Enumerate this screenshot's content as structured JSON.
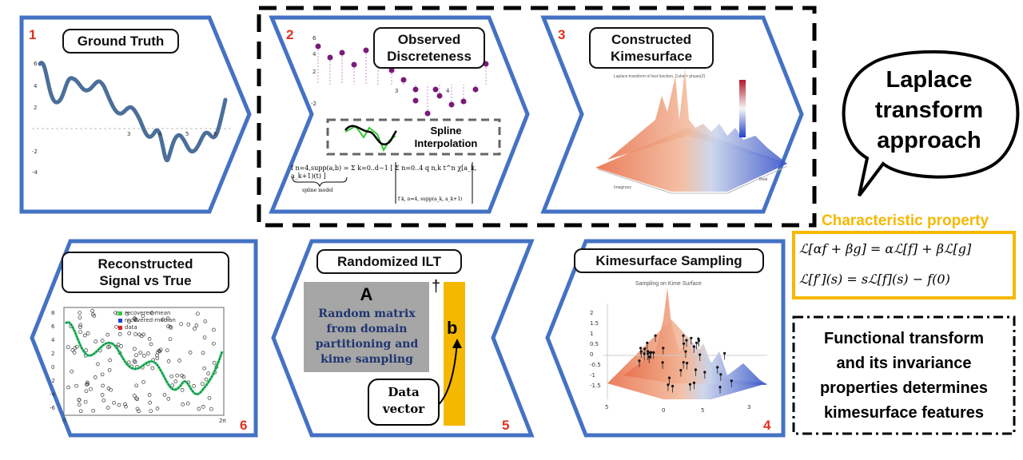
{
  "panels": {
    "p1": {
      "number": "1",
      "title": "Ground Truth",
      "ticks": [
        "6",
        "4",
        "2",
        "3",
        "4",
        "5",
        "6",
        "-2",
        "-4"
      ]
    },
    "p2": {
      "number": "2",
      "title_line1": "Observed",
      "title_line2": "Discreteness",
      "spline_line1": "Spline",
      "spline_line2": "Interpolation",
      "formula": "f n=4,supp(a,b) = Σ k=0..d−1 [ Σ n=0..4 q n,k t^n χ[a_k, a_k+1)(t) ]",
      "formula_under": "spline model",
      "formula_under2": "f k, n=4, supp(a_k, a_k+1)",
      "ticks": [
        "6",
        "4",
        "2",
        "3",
        "4",
        "-2"
      ]
    },
    "p3": {
      "number": "3",
      "title_line1": "Constructed",
      "title_line2": "Kimesurface",
      "plot_title": "Laplace transform of test function, Color = phase(Z)",
      "axis1": "Imaginary",
      "axis2": "Real"
    },
    "p4": {
      "number": "4",
      "title": "Kimesurface Sampling",
      "plot_title": "Sampling on Kime Surface",
      "zticks": [
        "2",
        "1.5",
        "1",
        "0.5",
        "0",
        "-0.5",
        "-1",
        "-1.5"
      ],
      "xticks": [
        "5",
        "0",
        "5",
        "3"
      ]
    },
    "p5": {
      "number": "5",
      "title": "Randomized ILT",
      "matrix_label": "A",
      "matrix_text": "Random matrix from domain partitioning and kime sampling",
      "dagger": "†",
      "vector_label": "b",
      "data_line1": "Data",
      "data_line2": "vector"
    },
    "p6": {
      "number": "6",
      "title_line1": "Reconstructed",
      "title_line2": "Signal vs True",
      "legend": [
        "recovered-mean",
        "recovered-median",
        "data"
      ],
      "legend_colors": [
        "#2ecc40",
        "#1f3fd8",
        "#e02020"
      ],
      "yticks": [
        "8",
        "6",
        "4",
        "2",
        "0",
        "-2",
        "-4",
        "-6"
      ],
      "xticks": [
        "0",
        "2π"
      ]
    }
  },
  "bubble": {
    "line1": "Laplace",
    "line2": "transform",
    "line3": "approach"
  },
  "characteristic": {
    "title": "Characteristic property",
    "eq1": "ℒ[αf + βg] = αℒ[f] + βℒ[g]",
    "eq2": "ℒ[f′](s) = sℒ[f](s) − f(0)"
  },
  "functional": {
    "line1": "Functional transform",
    "line2": "and its invariance",
    "line3": "properties determines",
    "line4": "kimesurface features"
  },
  "colors": {
    "chevron": "#4472c4",
    "accent": "#f5b800",
    "number": "#e0301e"
  }
}
